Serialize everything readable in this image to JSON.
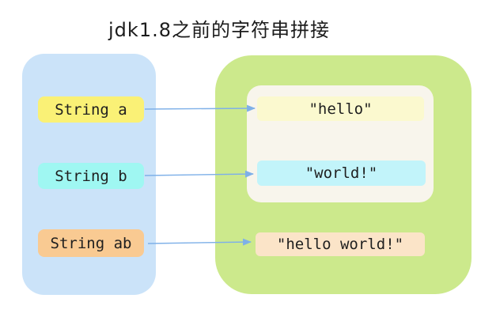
{
  "title": "jdk1.8之前的字符串拼接",
  "variables": [
    {
      "label": "String a",
      "bg": "#faf176"
    },
    {
      "label": "String b",
      "bg": "#9ff7f2"
    },
    {
      "label": "String ab",
      "bg": "#f9ca92"
    }
  ],
  "constant_pool": [
    {
      "label": "\"hello\"",
      "bg": "#fbf9cf"
    },
    {
      "label": "\"world!\"",
      "bg": "#c2f4fa"
    }
  ],
  "result": {
    "label": "\"hello world!\"",
    "bg": "#fbe4c8"
  },
  "colors": {
    "stack_panel": "#cbe3f9",
    "heap_panel": "#cce98c",
    "pool_box": "#f8f5ec",
    "arrow": "#7eb0e8",
    "text": "#1f1f1f"
  }
}
